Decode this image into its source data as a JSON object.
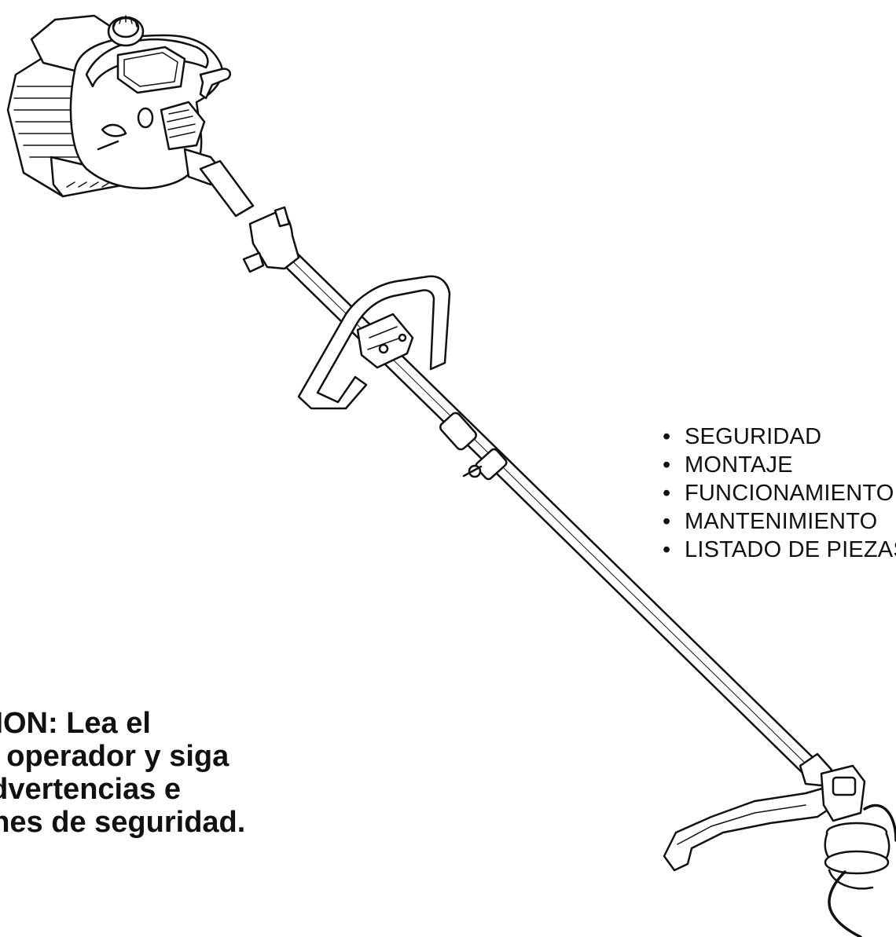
{
  "contents": {
    "items": [
      "SEGURIDAD",
      "MONTAJE",
      "FUNCIONAMIENTO",
      "MANTENIMIENTO",
      "LISTADO DE PIEZAS"
    ],
    "bullet": "•"
  },
  "warning": {
    "line1": "CION: Lea el",
    "line2": "el operador y siga",
    "line3": "advertencias e",
    "line4": "ones de seguridad."
  },
  "colors": {
    "ink": "#111111",
    "background": "#ffffff"
  }
}
